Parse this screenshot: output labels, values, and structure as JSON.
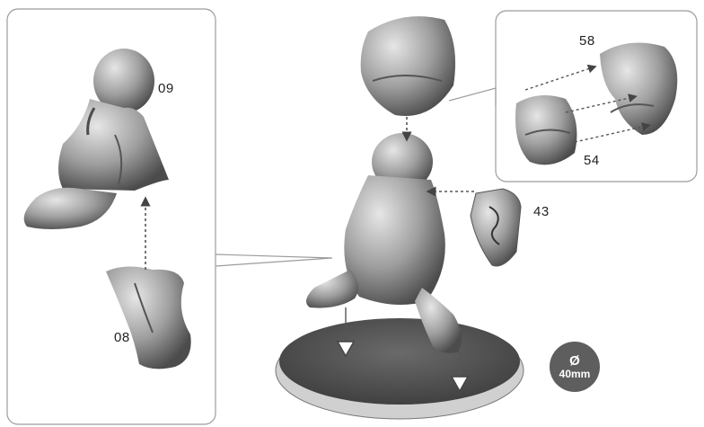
{
  "parts": {
    "head_torso": "09",
    "leg": "08",
    "backpack_right": "58",
    "backpack_left": "54",
    "shield": "43"
  },
  "base": {
    "symbol": "Ø",
    "size": "40mm"
  },
  "colors": {
    "model_fill": "#9a9a9a",
    "model_dark": "#5a5a5a",
    "panel_border": "#9c9c9c",
    "arrow": "#555555",
    "badge": "#5e5e5e"
  }
}
